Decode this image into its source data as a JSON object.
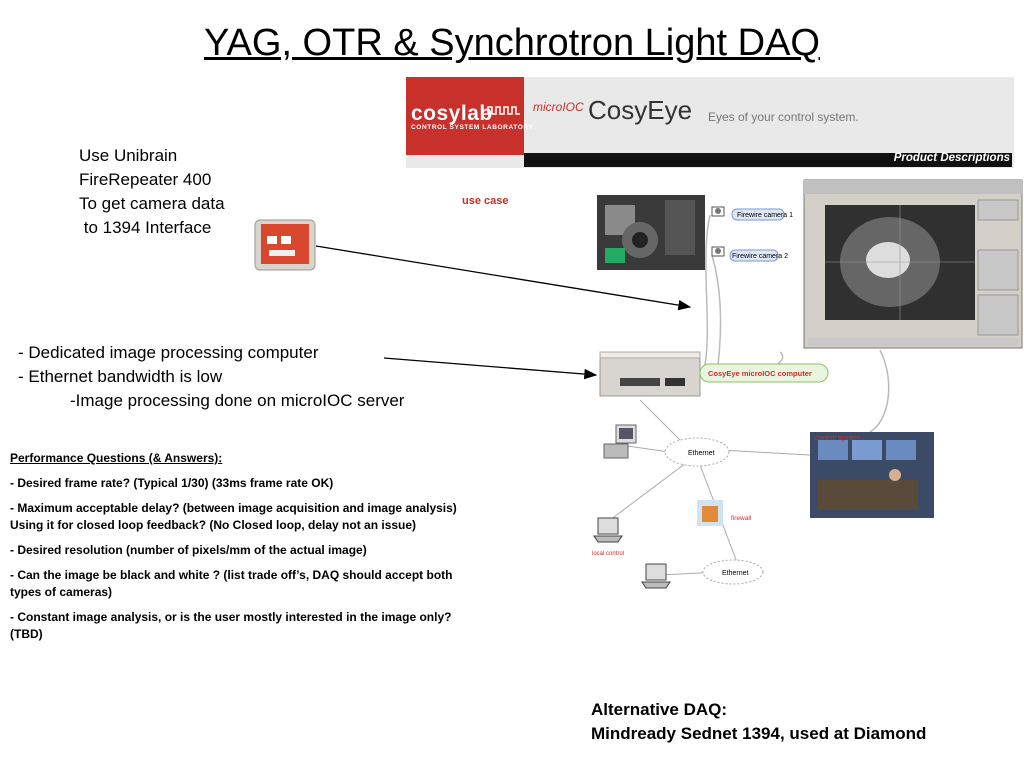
{
  "title": "YAG, OTR & Synchrotron Light DAQ",
  "banner": {
    "logo": "cosylab",
    "logo_sub": "CONTROL SYSTEM LABORATORY",
    "microioc": "microIOC",
    "product": "CosyEye",
    "tagline": "Eyes of your control system.",
    "section": "Product Descriptions",
    "accent_color": "#c8302c"
  },
  "unibrain_note": [
    "Use Unibrain",
    "FireRepeater 400",
    "To get camera data",
    " to 1394 Interface"
  ],
  "bullets": [
    "- Dedicated image processing computer",
    "- Ethernet bandwidth is low",
    "-Image processing done on microIOC server"
  ],
  "performance": {
    "heading": "Performance Questions (& Answers):",
    "items": [
      "- Desired frame rate? (Typical 1/30) (33ms frame rate OK)",
      "- Maximum acceptable delay? (between image acquisition and image analysis) Using it for closed loop feedback? (No Closed loop, delay not an issue)",
      "- Desired resolution (number of pixels/mm of the actual image)",
      "- Can the image be black and white ? (list trade off’s, DAQ should accept both types of cameras)",
      "- Constant image analysis, or is the user mostly interested in the image only?  (TBD)"
    ]
  },
  "alternative": [
    "Alternative DAQ:",
    "Mindready Sednet 1394, used at Diamond"
  ],
  "diagram": {
    "use_case": "use case",
    "camera1": "Firewire camera 1",
    "camera2": "Firewire camera 2",
    "computer": "CosyEye microIOC computer",
    "ethernet1": "Ethernet",
    "ethernet2": "Ethernet",
    "firewall": "firewall",
    "control_system": "control system",
    "local_control": "local control"
  }
}
